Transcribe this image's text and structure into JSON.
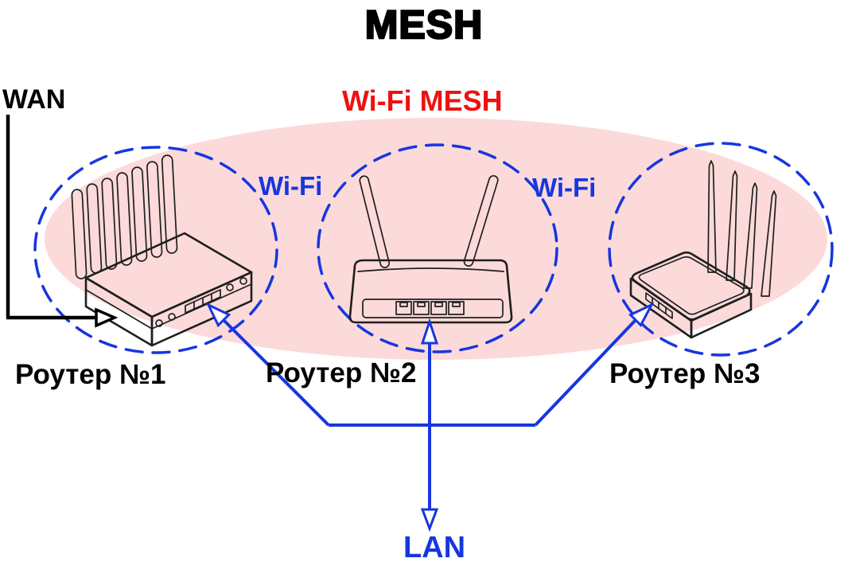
{
  "title": "MESH",
  "io": {
    "wan_label": "WAN",
    "lan_label": "LAN"
  },
  "mesh": {
    "zone_label": "Wi-Fi MESH",
    "nodes": [
      {
        "id": "router-1",
        "label": "Роутер №1",
        "antenna_count": 7
      },
      {
        "id": "router-2",
        "label": "Роутер №2",
        "antenna_count": 2
      },
      {
        "id": "router-3",
        "label": "Роутер №3",
        "antenna_count": 4
      }
    ],
    "links": [
      {
        "from": "router-1",
        "to": "router-2",
        "label": "Wi-Fi"
      },
      {
        "from": "router-2",
        "to": "router-3",
        "label": "Wi-Fi"
      }
    ],
    "wired": [
      {
        "from": "lan",
        "to": "router-1"
      },
      {
        "from": "lan",
        "to": "router-2"
      },
      {
        "from": "lan",
        "to": "router-3"
      },
      {
        "from": "wan",
        "to": "router-1"
      }
    ]
  },
  "colors": {
    "wifi_blue": "#1736df",
    "mesh_red": "#ee1111",
    "zone_pink": "#fcdada",
    "ink_black": "#000000"
  }
}
